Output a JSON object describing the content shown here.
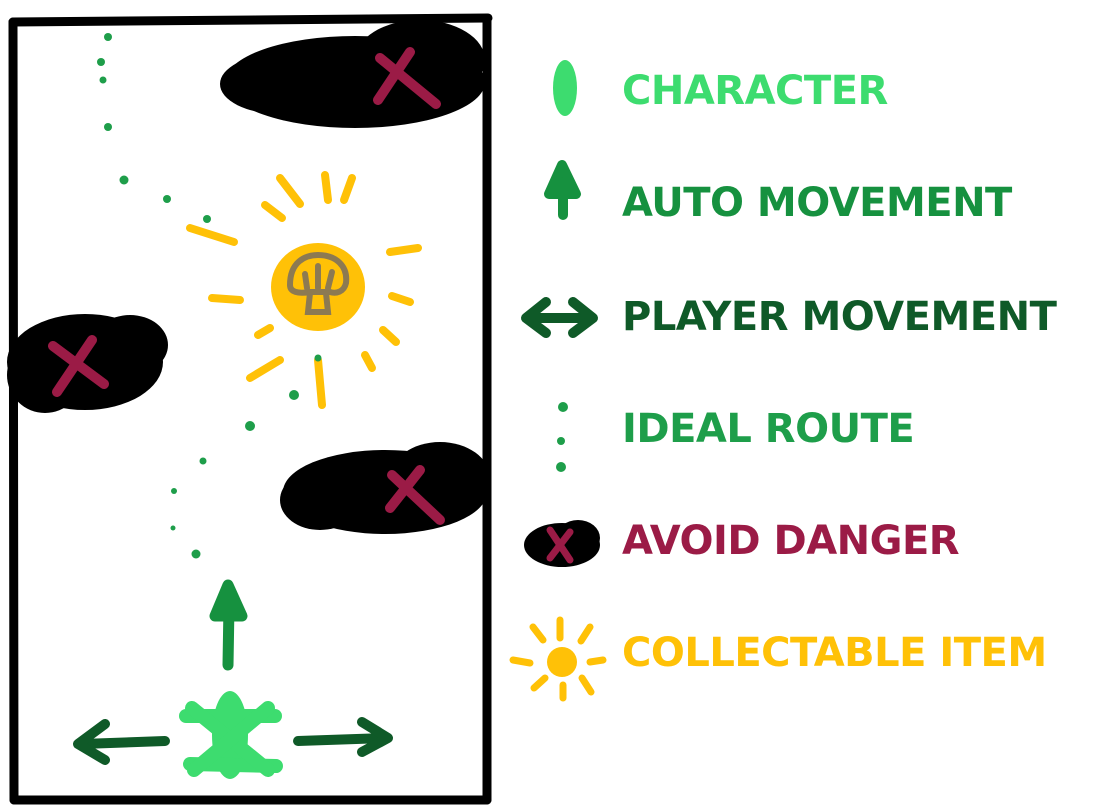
{
  "legend": {
    "items": [
      {
        "id": "character",
        "label": "CHARACTER",
        "icon": "character-icon",
        "color": "#3ddc6f"
      },
      {
        "id": "auto",
        "label": "AUTO MOVEMENT",
        "icon": "up-arrow-icon",
        "color": "#16913f"
      },
      {
        "id": "player",
        "label": "PLAYER MOVEMENT",
        "icon": "double-arrow-icon",
        "color": "#0f5a28"
      },
      {
        "id": "route",
        "label": "IDEAL ROUTE",
        "icon": "dotted-route-icon",
        "color": "#1e9e4a"
      },
      {
        "id": "danger",
        "label": "AVOID DANGER",
        "icon": "danger-x-icon",
        "color": "#9b1b46"
      },
      {
        "id": "collectable",
        "label": "COLLECTABLE ITEM",
        "icon": "sun-item-icon",
        "color": "#ffc107"
      }
    ]
  },
  "colors": {
    "frame": "#000000",
    "character": "#3ddc6f",
    "auto_arrow": "#16913f",
    "player_arrow": "#0f5a28",
    "route_dot": "#1e9e4a",
    "danger_blob": "#000000",
    "danger_x": "#9b1b46",
    "item": "#ffc107",
    "item_inner": "#8c7a52"
  }
}
